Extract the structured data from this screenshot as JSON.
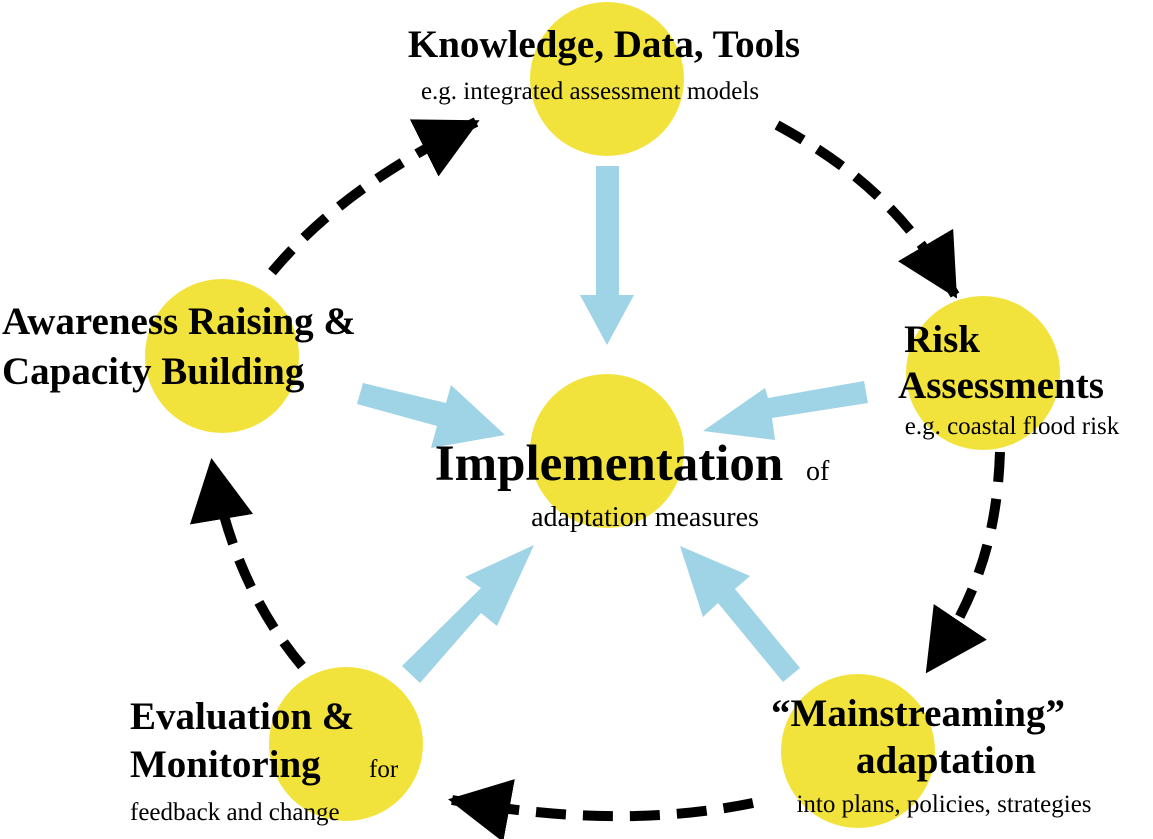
{
  "colors": {
    "node_fill": "#f2e33c",
    "influence_arrow": "#9fd3e6",
    "cycle_arrow": "#000000",
    "background": "#ffffff"
  },
  "nodes": {
    "knowledge": {
      "title": "Knowledge, Data, Tools",
      "subtitle": "e.g. integrated assessment models"
    },
    "risk": {
      "title_line1": "Risk",
      "title_line2": "Assessments",
      "subtitle": "e.g. coastal flood risk"
    },
    "mainstreaming": {
      "title_line1": "“Mainstreaming”",
      "title_line2": "adaptation",
      "subtitle": "into plans, policies, strategies"
    },
    "evaluation": {
      "title_line1": "Evaluation &",
      "title_line2": "Monitoring",
      "title_suffix": "for",
      "subtitle": "feedback and change"
    },
    "awareness": {
      "title_line1": "Awareness Raising &",
      "title_line2": "Capacity Building"
    },
    "implementation": {
      "title": "Implementation",
      "title_suffix": "of",
      "subtitle": "adaptation measures"
    }
  }
}
